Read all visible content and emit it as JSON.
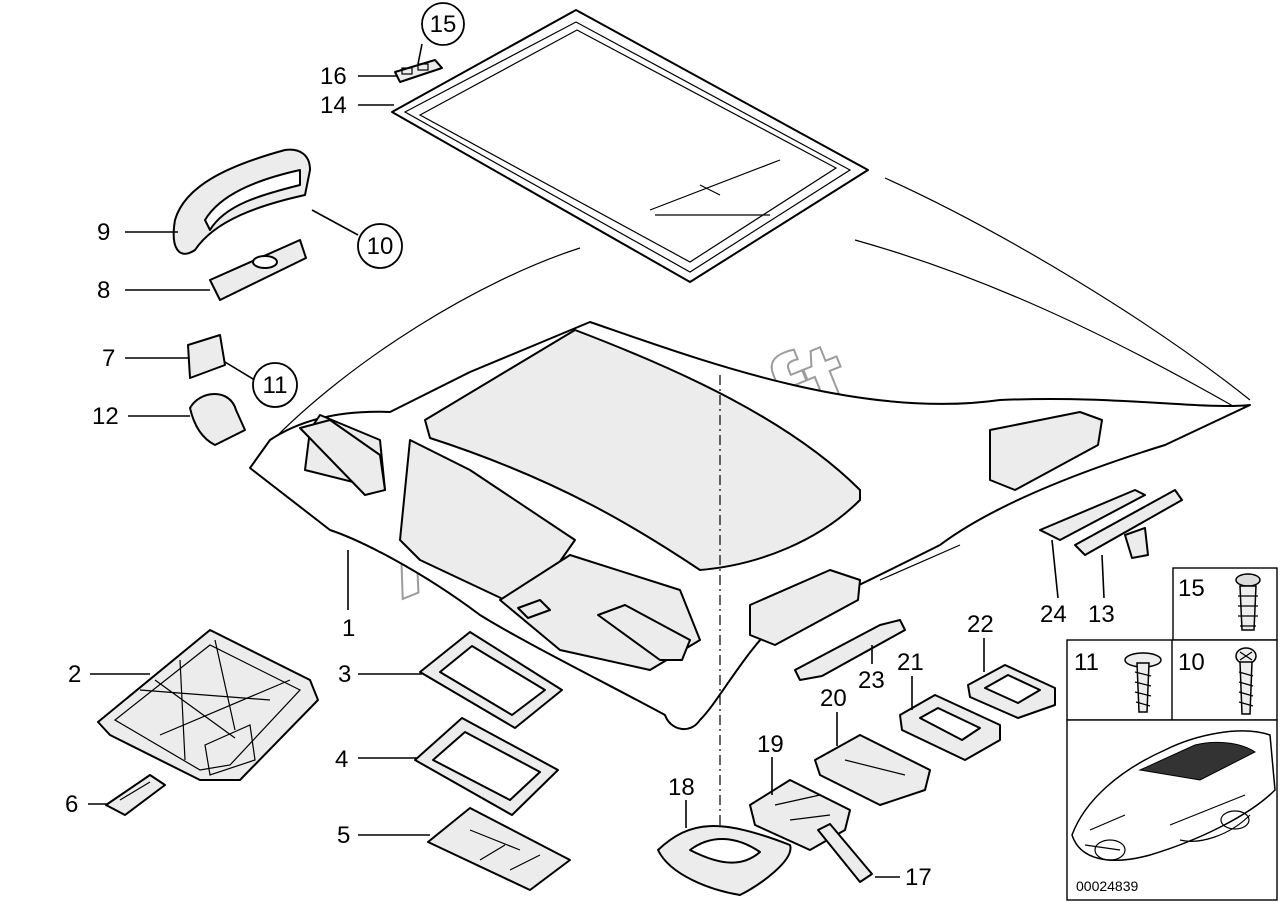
{
  "labels": {
    "l1": "1",
    "l2": "2",
    "l3": "3",
    "l4": "4",
    "l5": "5",
    "l6": "6",
    "l7": "7",
    "l8": "8",
    "l9": "9",
    "l12": "12",
    "l13": "13",
    "l14": "14",
    "l16": "16",
    "l17": "17",
    "l18": "18",
    "l19": "19",
    "l20": "20",
    "l21": "21",
    "l22": "22",
    "l23": "23",
    "l24": "24"
  },
  "circled": {
    "c15": "15",
    "c10": "10",
    "c11": "11"
  },
  "boxes": {
    "b15": "15",
    "b11": "11",
    "b10": "10"
  },
  "watermark": "AutoSoft",
  "catalog_number": "00024839"
}
